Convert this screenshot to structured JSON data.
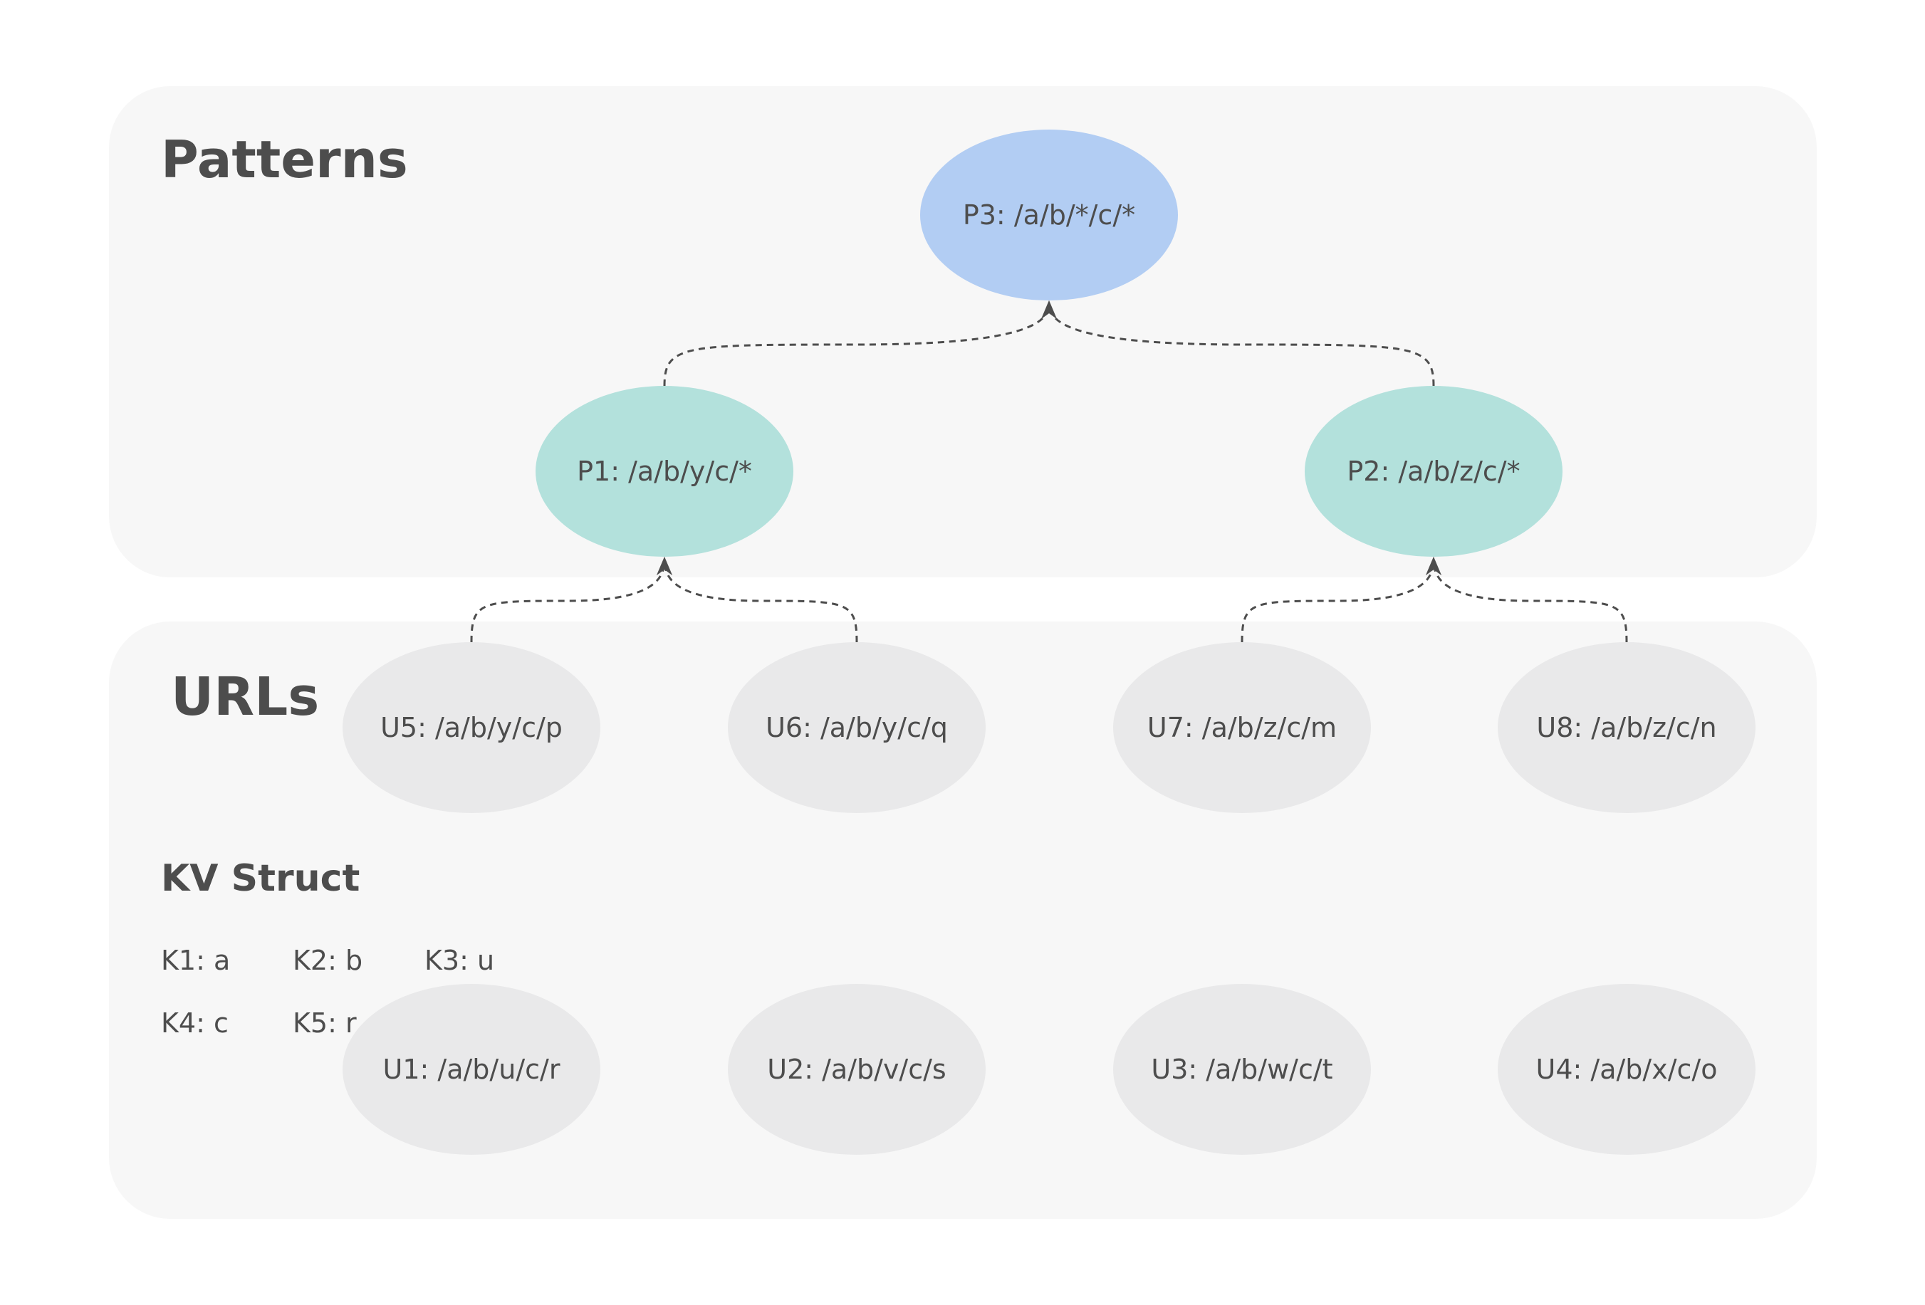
{
  "sections": {
    "patterns_title": "Patterns",
    "urls_title": "URLs",
    "kv_title": "KV Struct"
  },
  "kv_struct": {
    "k1": "K1: a",
    "k2": "K2: b",
    "k3": "K3: u",
    "k4": "K4: c",
    "k5": "K5: r"
  },
  "nodes": {
    "p3": "P3: /a/b/*/c/*",
    "p1": "P1: /a/b/y/c/*",
    "p2": "P2: /a/b/z/c/*",
    "u5": "U5: /a/b/y/c/p",
    "u6": "U6: /a/b/y/c/q",
    "u7": "U7: /a/b/z/c/m",
    "u8": "U8: /a/b/z/c/n",
    "u1": "U1: /a/b/u/c/r",
    "u2": "U2: /a/b/v/c/s",
    "u3": "U3: /a/b/w/c/t",
    "u4": "U4: /a/b/x/c/o"
  },
  "edges": [
    {
      "from": "p1",
      "to": "p3"
    },
    {
      "from": "p2",
      "to": "p3"
    },
    {
      "from": "u5",
      "to": "p1"
    },
    {
      "from": "u6",
      "to": "p1"
    },
    {
      "from": "u7",
      "to": "p2"
    },
    {
      "from": "u8",
      "to": "p2"
    }
  ],
  "colors": {
    "panel_background": "#f7f7f7",
    "pattern_top_fill": "#b2cdf3",
    "pattern_mid_fill": "#b3e1dc",
    "url_fill": "#e9e9ea",
    "text": "#4d4d4d",
    "edge": "#4d4d4d"
  }
}
